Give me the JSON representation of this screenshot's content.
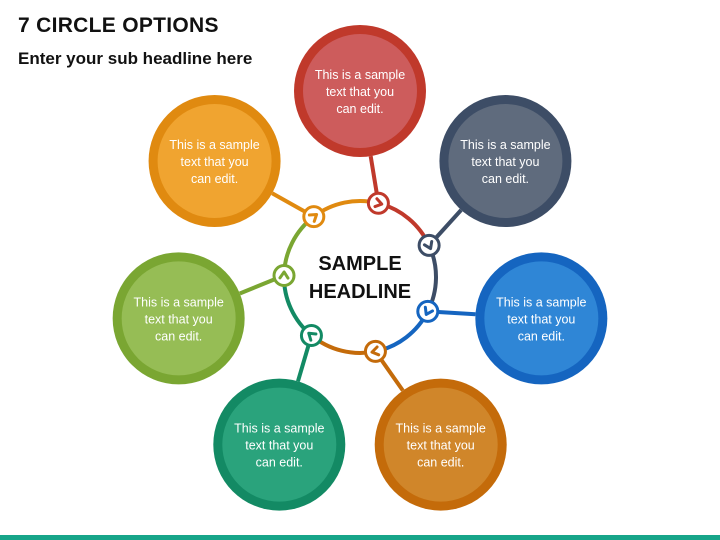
{
  "title": "7 CIRCLE OPTIONS",
  "subtitle": "Enter your sub headline here",
  "center": {
    "line1": "SAMPLE",
    "line2": "HEADLINE"
  },
  "options": [
    {
      "name": "option-red",
      "color": "#c0392b",
      "fill": "#cd5c5c",
      "lines": [
        "This is a sample",
        "text that you",
        "can edit."
      ]
    },
    {
      "name": "option-slate",
      "color": "#3d4d66",
      "fill": "#5f6b7d",
      "lines": [
        "This is a sample",
        "text that you",
        "can edit."
      ]
    },
    {
      "name": "option-blue",
      "color": "#1565c0",
      "fill": "#2f86d6",
      "lines": [
        "This is a sample",
        "text that you",
        "can edit."
      ]
    },
    {
      "name": "option-brown",
      "color": "#c46b0a",
      "fill": "#d0862a",
      "lines": [
        "This is a sample",
        "text that you",
        "can edit."
      ]
    },
    {
      "name": "option-teal",
      "color": "#138a64",
      "fill": "#2aa37c",
      "lines": [
        "This is a sample",
        "text that you",
        "can edit."
      ]
    },
    {
      "name": "option-green",
      "color": "#7aa632",
      "fill": "#96bd55",
      "lines": [
        "This is a sample",
        "text that you",
        "can edit."
      ]
    },
    {
      "name": "option-orange",
      "color": "#e08a10",
      "fill": "#f0a430",
      "lines": [
        "This is a sample",
        "text that you",
        "can edit."
      ]
    }
  ]
}
